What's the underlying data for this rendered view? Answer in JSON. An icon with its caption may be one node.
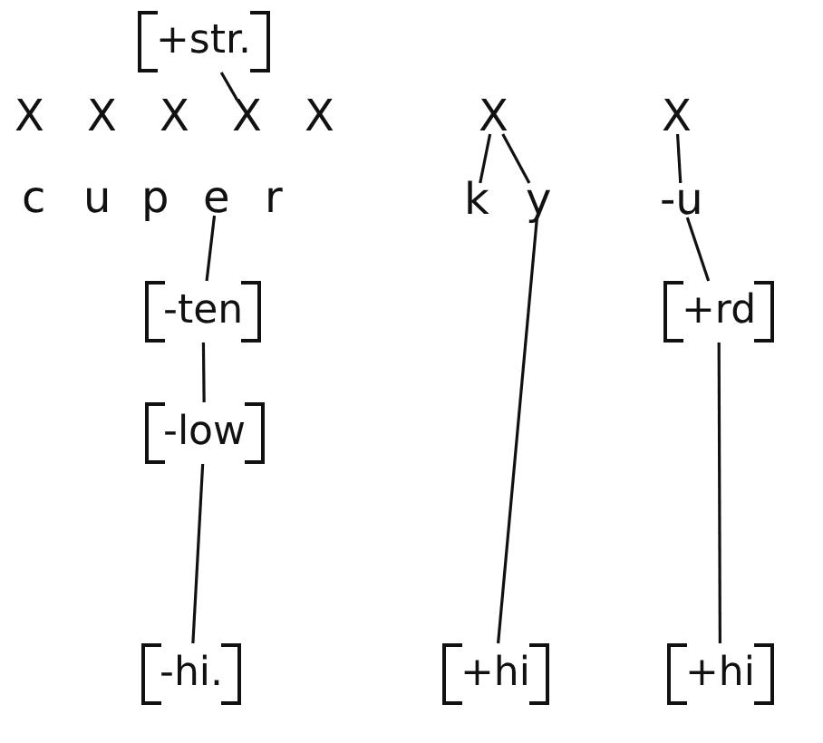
{
  "diagram": {
    "nodes": [
      {
        "text": [
          "+str."
        ]
      },
      {
        "text": [
          "X"
        ]
      },
      {
        "text": [
          "X"
        ]
      },
      {
        "text": [
          "X"
        ]
      },
      {
        "text": [
          "X"
        ]
      },
      {
        "text": [
          "X"
        ]
      },
      {
        "text": [
          "X"
        ]
      },
      {
        "text": [
          "X"
        ]
      },
      {
        "text": [
          "e"
        ]
      },
      {
        "text": [
          "k"
        ]
      },
      {
        "text": [
          "y"
        ]
      },
      {
        "text": [
          "-u"
        ]
      },
      {
        "text": [
          "-ten"
        ]
      },
      {
        "text": [
          "-low"
        ]
      },
      {
        "text": [
          "-hi."
        ]
      },
      {
        "text": [
          "+rd"
        ]
      },
      {
        "text": [
          "+hi"
        ]
      },
      {
        "text": [
          "+hi"
        ]
      }
    ],
    "edges": [
      {
        "from": 0,
        "to": 4,
        "arrow": "none"
      },
      {
        "from": 6,
        "to": 9,
        "arrow": "none"
      },
      {
        "from": 6,
        "to": 10,
        "arrow": "none"
      },
      {
        "from": 7,
        "to": 11,
        "arrow": "none"
      },
      {
        "from": 8,
        "to": 12,
        "arrow": "none"
      },
      {
        "from": 12,
        "to": 13,
        "arrow": "none"
      },
      {
        "from": 13,
        "to": 14,
        "arrow": "none"
      },
      {
        "from": 10,
        "to": 16,
        "arrow": "none"
      },
      {
        "from": 11,
        "to": 15,
        "arrow": "none"
      },
      {
        "from": 15,
        "to": 17,
        "arrow": "none"
      }
    ],
    "labels": [
      "c",
      "u",
      "p",
      "r"
    ]
  }
}
